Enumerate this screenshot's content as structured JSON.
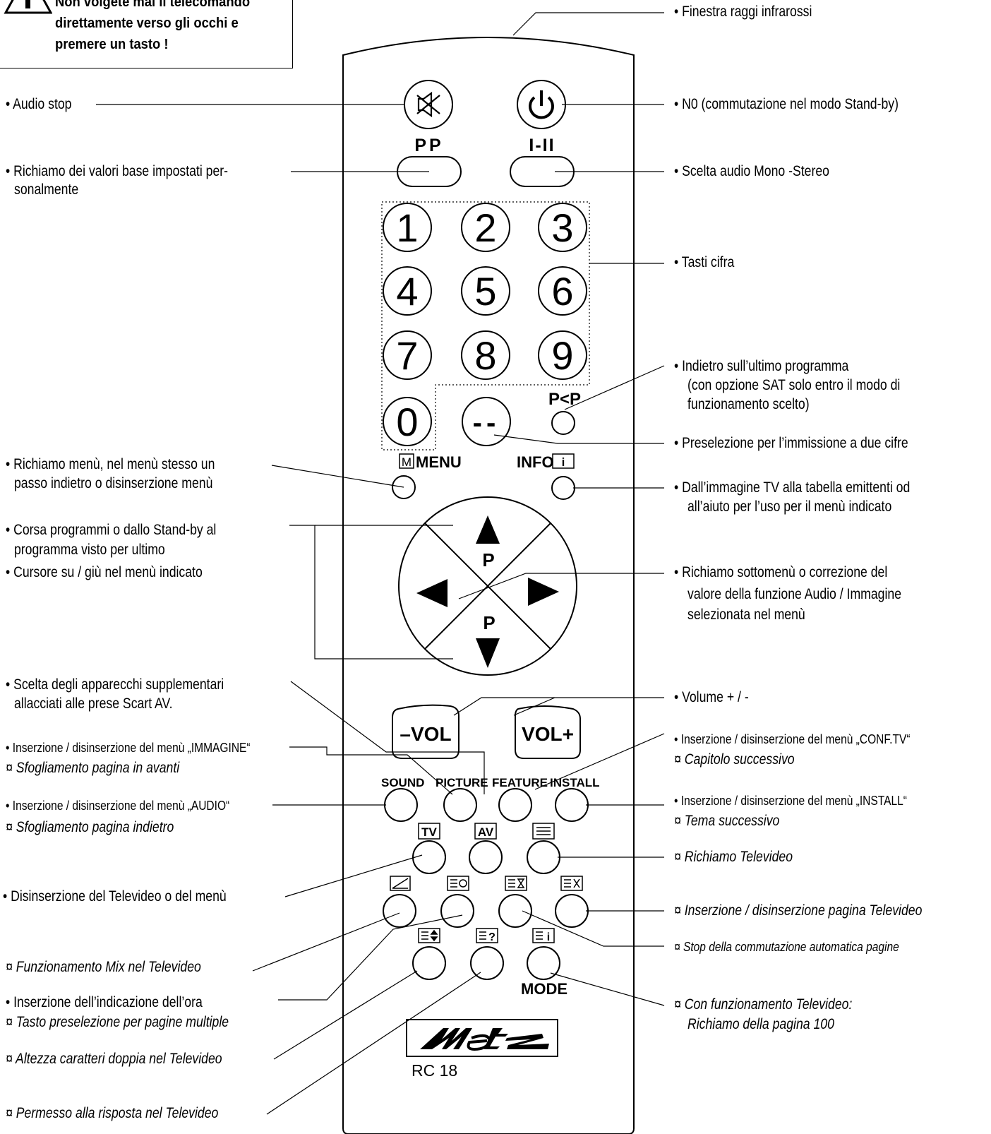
{
  "warning": {
    "lines": [
      "Non volgete mai il telecomando",
      "direttamente verso gli occhi e",
      "premere un tasto !"
    ],
    "icon": "warning-triangle-icon"
  },
  "remote": {
    "buttons": {
      "pp": "PP",
      "i_ii": "I-II",
      "digits": [
        "1",
        "2",
        "3",
        "4",
        "5",
        "6",
        "7",
        "8",
        "9",
        "0"
      ],
      "dash": "--",
      "p_lt_p": "P<P",
      "menu": "MENU",
      "menu_icon_letter": "M",
      "info": "INFO",
      "info_icon_letter": "i",
      "p_up": "P",
      "p_down": "P",
      "vol_minus": "–VOL",
      "vol_plus": "VOL+",
      "sound": "SOUND",
      "picture": "PICTURE",
      "feature": "FEATURE",
      "install": "INSTALL",
      "tv": "TV",
      "av": "AV",
      "mode": "MODE"
    },
    "icons": [
      "mute-icon",
      "power-icon",
      "teletext-icon",
      "mix-icon",
      "clock-icon",
      "hold-icon",
      "reveal-cancel-icon",
      "double-height-icon",
      "reveal-icon",
      "index-icon"
    ],
    "brand": "Metz",
    "model": "RC 18"
  },
  "labels": {
    "infrared": "• Finestra raggi infrarossi",
    "audio_stop": "• Audio stop",
    "standby": "• N0 (commutazione nel modo Stand-by)",
    "recall_values_1": "• Richiamo dei valori base impostati per-",
    "recall_values_2": "sonalmente",
    "mono_stereo": "• Scelta audio Mono -Stereo",
    "digits": "• Tasti cifra",
    "last_program_1": "• Indietro sull’ultimo programma",
    "last_program_2": "(con opzione SAT solo entro il modo di",
    "last_program_3": "funzionamento scelto)",
    "two_digit": "• Preselezione per l’immissione a due cifre",
    "menu_1": "• Richiamo menù, nel menù stesso un",
    "menu_2": "passo indietro o disinserzione menù",
    "info_1": "• Dall’immagine TV alla tabella emittenti od",
    "info_2": "all’aiuto per l’uso per il menù indicato",
    "program_1": "• Corsa programmi o dallo Stand-by al",
    "program_2": "programma visto per ultimo",
    "program_3": "• Cursore su / giù nel menù indicato",
    "submenu_1": "• Richiamo sottomenù o correzione del",
    "submenu_2": "valore della funzione Audio / Immagine",
    "submenu_3": "selezionata nel menù",
    "av_select_1": "• Scelta degli apparecchi supplementari",
    "av_select_2": "allacciati alle prese Scart AV.",
    "volume": "• Volume + / -",
    "immagine_1": "• Inserzione / disinserzione del menù „IMMAGINE“",
    "immagine_2": "¤ Sfogliamento pagina in avanti",
    "conftv_1": "• Inserzione / disinserzione del menù „CONF.TV“",
    "conftv_2": "¤ Capitolo successivo",
    "audio_menu_1": "• Inserzione / disinserzione del menù „AUDIO“",
    "audio_menu_2": "¤ Sfogliamento pagina indietro",
    "install_1": "• Inserzione / disinserzione del menù „INSTALL“",
    "install_2": "¤ Tema successivo",
    "teletext_recall": "¤ Richiamo Televideo",
    "teletext_off": "• Disinserzione del Televideo o del menù",
    "page_toggle": "¤ Inserzione / disinserzione pagina Televideo",
    "mix": "¤ Funzionamento Mix nel Televideo",
    "stop_auto": "¤ Stop della commutazione automatica pagine",
    "clock_1": "• Inserzione dell’indicazione dell’ora",
    "clock_2": "¤ Tasto preselezione per pagine multiple",
    "page100_1": "¤ Con funzionamento Televideo:",
    "page100_2": "Richiamo della pagina 100",
    "double_height": "¤ Altezza caratteri doppia nel Televideo",
    "reveal": "¤ Permesso alla risposta nel Televideo"
  }
}
